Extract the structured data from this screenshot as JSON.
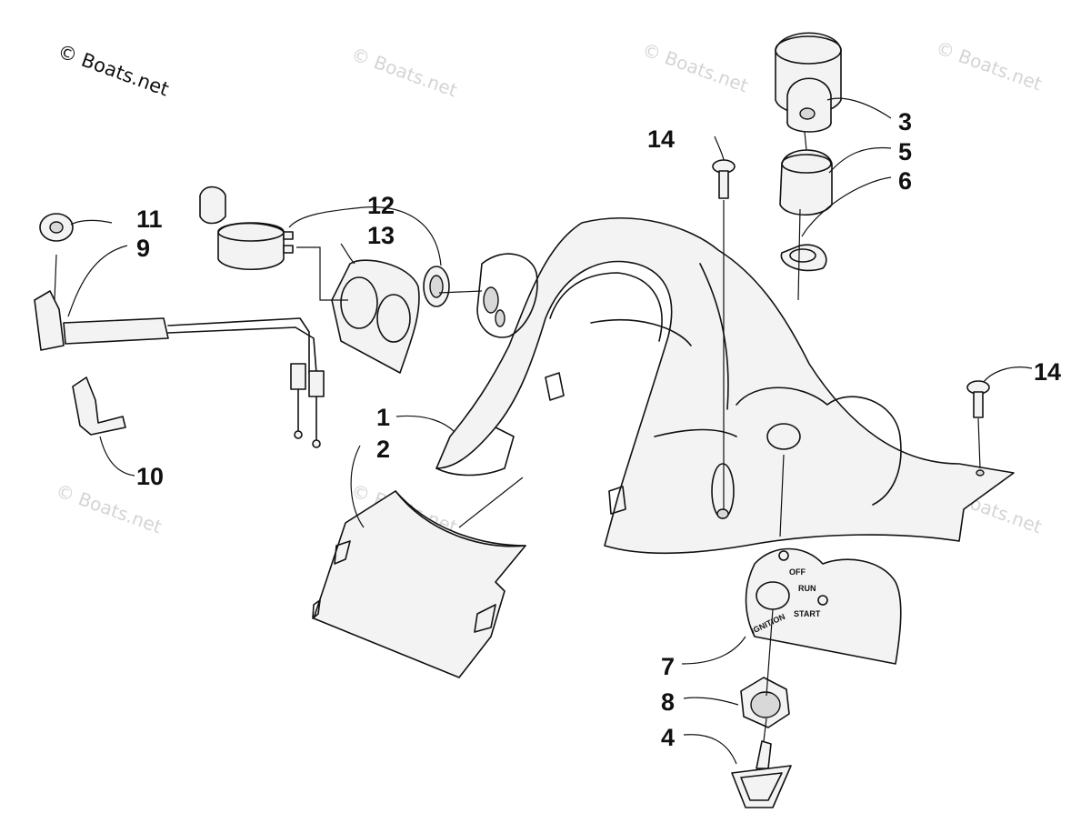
{
  "copyright": "© Boats.net",
  "watermark": "© Boats.net",
  "switch_labels": {
    "off": "OFF",
    "run": "RUN",
    "start": "START",
    "ignition": "IGNITION"
  },
  "callouts": [
    "1",
    "2",
    "3",
    "4",
    "5",
    "6",
    "7",
    "8",
    "9",
    "10",
    "11",
    "12",
    "13",
    "14",
    "14"
  ]
}
